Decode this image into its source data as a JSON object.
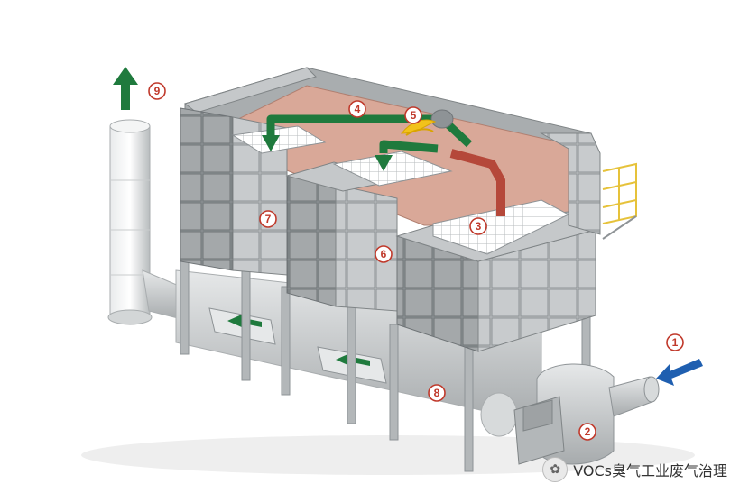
{
  "diagram": {
    "callouts": [
      {
        "id": "1",
        "label": "1"
      },
      {
        "id": "2",
        "label": "2"
      },
      {
        "id": "3",
        "label": "3"
      },
      {
        "id": "4",
        "label": "4"
      },
      {
        "id": "5",
        "label": "5"
      },
      {
        "id": "6",
        "label": "6"
      },
      {
        "id": "7",
        "label": "7"
      },
      {
        "id": "8",
        "label": "8"
      },
      {
        "id": "9",
        "label": "9"
      }
    ],
    "colors": {
      "panel_light": "#cfd2d3",
      "panel_mid": "#a9adaf",
      "panel_dark": "#7f8486",
      "chamber_interior": "#d9a898",
      "flow_green": "#1f7a3d",
      "flow_hot": "#b5483a",
      "inlet_blue": "#1f5fb0",
      "burner_yellow": "#f2c21b",
      "callout_red": "#c0392b",
      "railing_yellow": "#e6c23a"
    },
    "icons": [
      "inlet-arrow-icon",
      "exhaust-arrow-icon",
      "flow-arrow-icon",
      "burner-flame-icon"
    ]
  },
  "watermark": {
    "text": "VOCs臭气工业废气治理",
    "icon": "wechat-icon"
  }
}
